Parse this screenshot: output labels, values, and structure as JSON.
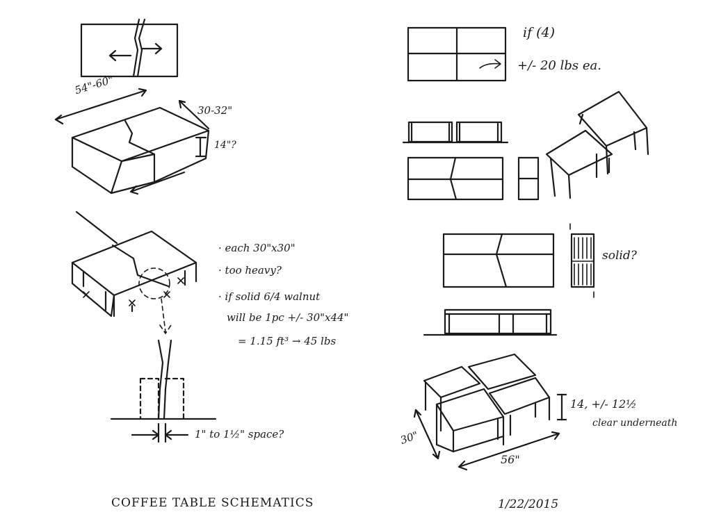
{
  "labels": {
    "width_dim": "54\"-60\"",
    "depth_dim": "30-32\"",
    "height_dim": "14\"?",
    "if_four": "if (4)",
    "weight_each": "+/- 20 lbs ea.",
    "solid_q": "solid?",
    "bullet_each": "· each 30\"x30\"",
    "bullet_heavy": "· too heavy?",
    "bullet_walnut": "· if solid 6/4 walnut",
    "line_pc": "will be 1pc +/- 30\"x44\"",
    "line_volume": "= 1.15 ft³ → 45 lbs",
    "space_dim": "1\" to 1½\" space?",
    "height_clear": "14, +/- 12½",
    "clear_under": "clear underneath",
    "dim_30": "30\"",
    "dim_56": "56\"",
    "title": "COFFEE TABLE SCHEMATICS",
    "date": "1/22/2015"
  }
}
